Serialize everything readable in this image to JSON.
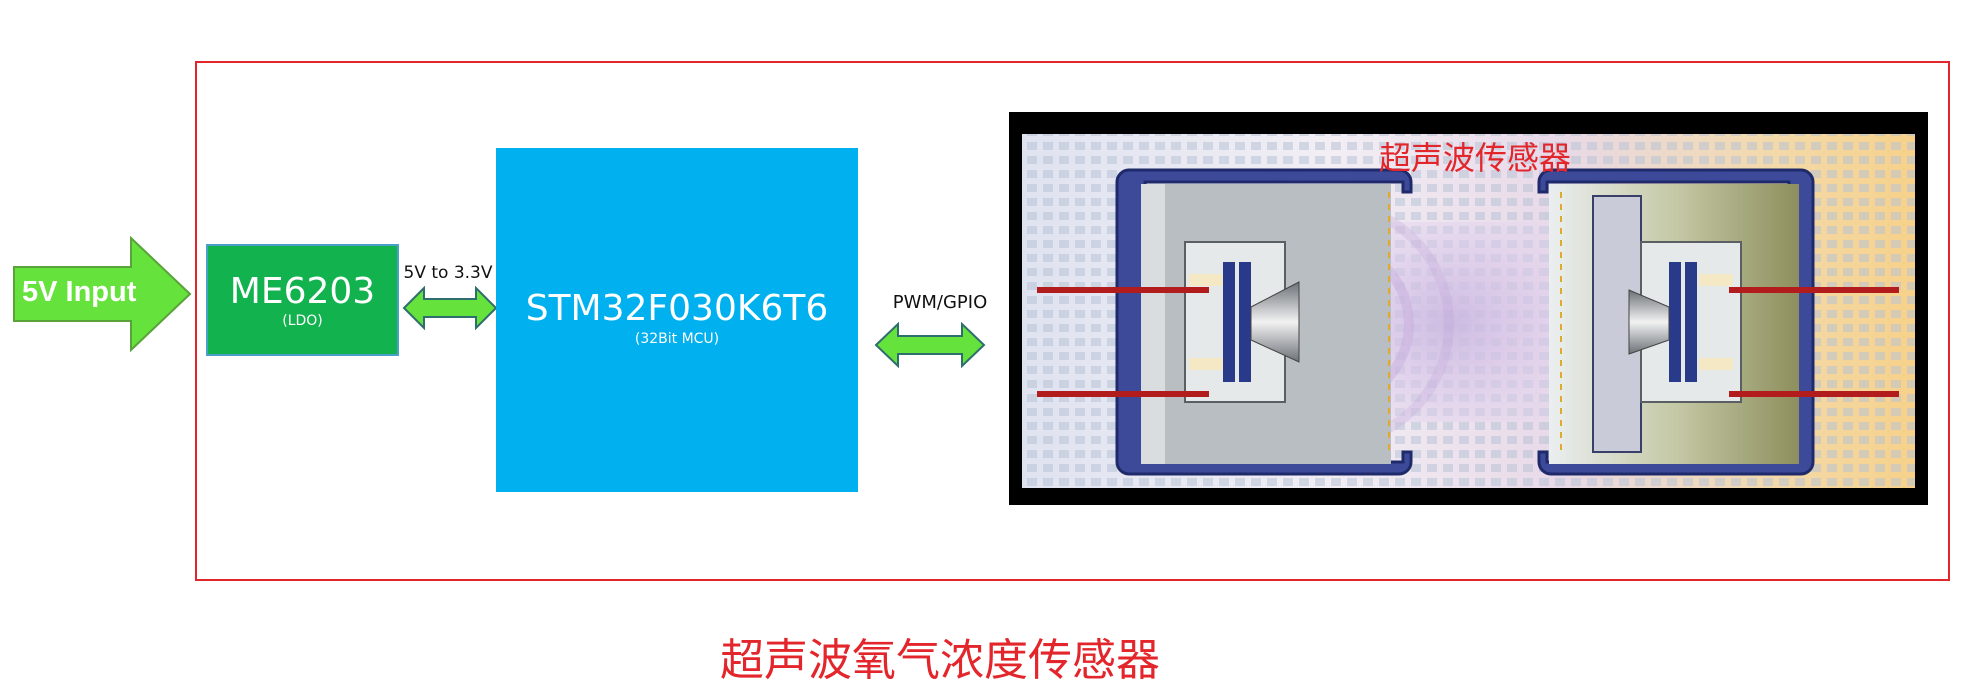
{
  "input": {
    "label": "5V Input"
  },
  "ldo": {
    "name": "ME6203",
    "sub": "(LDO)"
  },
  "conversion": {
    "label": "5V to 3.3V"
  },
  "mcu": {
    "name": "STM32F030K6T6",
    "sub": "(32Bit MCU)"
  },
  "interface": {
    "label": "PWM/GPIO"
  },
  "sensor": {
    "label": "超声波传感器"
  },
  "caption": "超声波氧气浓度传感器",
  "colors": {
    "frame": "#e3262b",
    "ldo": "#12b24f",
    "mcu": "#00b0ef",
    "arrow": "#66e23c",
    "caption": "#e3262b"
  }
}
